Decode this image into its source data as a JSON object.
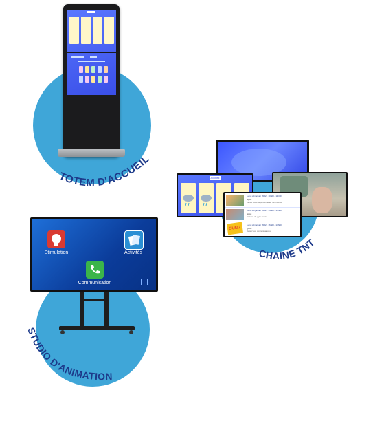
{
  "sections": {
    "totem": {
      "label": "TOTEM D'ACCUEIL"
    },
    "tnt": {
      "label": "CHAINE TNT",
      "quiz_badge": "QUIZZ",
      "tv_header": "Accueil",
      "program_items": [
        {
          "time": "Lundi 24 janvier 2022 · 10h00 - 11h00",
          "title": "Sport",
          "desc": "Venez vous dépenser avec l'animatrice"
        },
        {
          "time": "Lundi 24 janvier 2022 · 14h00 - 15h00",
          "title": "Sport",
          "desc": "Séance de gym douce"
        },
        {
          "time": "Lundi 24 janvier 2022 · 16h00 - 17h00",
          "title": "Quizz",
          "desc": "Testez vos connaissances"
        }
      ]
    },
    "studio": {
      "label": "STUDIO D'ANIMATION",
      "apps": {
        "stimulation": "Stimulation",
        "activites": "Activités",
        "communication": "Communication"
      }
    }
  },
  "colors": {
    "circle": "#3fa6d8",
    "label_text": "#1d3a8a"
  },
  "icons": [
    "head-icon",
    "cards-icon",
    "phone-icon"
  ]
}
